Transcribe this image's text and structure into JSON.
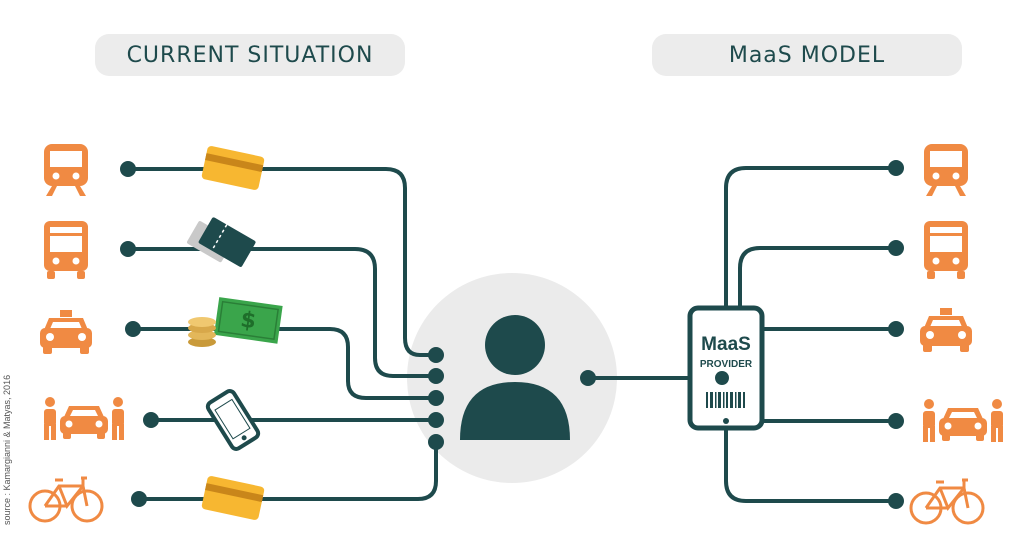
{
  "titles": {
    "left": "CURRENT SITUATION",
    "right": "MaaS MODEL"
  },
  "phone": {
    "line1": "MaaS",
    "line2": "PROVIDER"
  },
  "source": "source : Kamargianni & Matyas, 2016",
  "colors": {
    "orange": "#f08a43",
    "dark_teal": "#1e4a4c",
    "card_yellow": "#f7b731",
    "cash_green": "#3aa54b",
    "pill_bg": "#ececec",
    "circle_bg": "#ebebeb"
  },
  "left_modes": [
    "train-icon",
    "bus-icon",
    "taxi-icon",
    "carshare-icon",
    "bicycle-icon"
  ],
  "right_modes": [
    "train-icon",
    "bus-icon",
    "taxi-icon",
    "carshare-icon",
    "bicycle-icon"
  ],
  "payments": [
    "card-icon",
    "tickets-icon",
    "cash-icon",
    "smartphone-icon",
    "card-icon"
  ]
}
